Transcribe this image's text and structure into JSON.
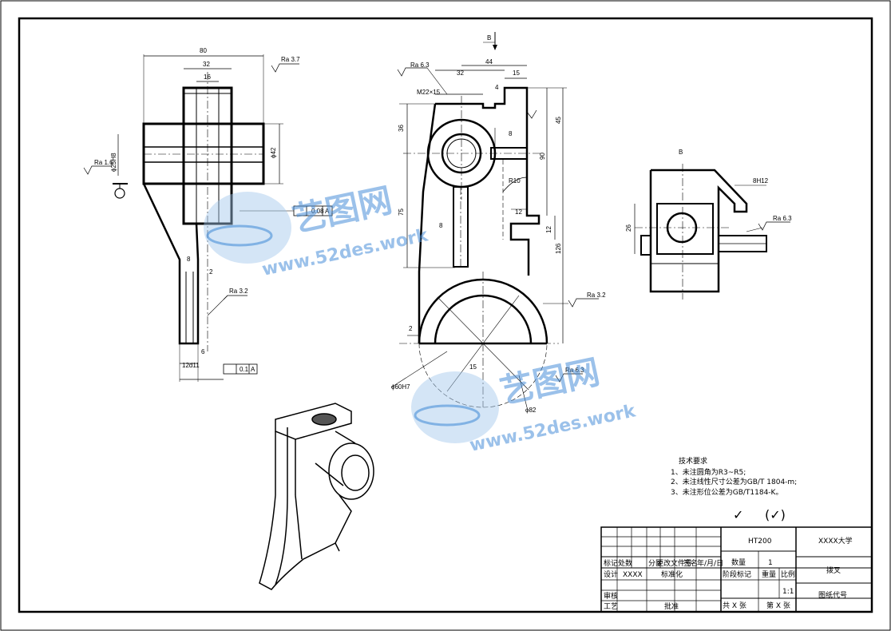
{
  "views": {
    "view_b_label_top": "B",
    "view_b_label_side": "B"
  },
  "dimensions": {
    "left": {
      "d80": "80",
      "d32": "32",
      "d16": "16",
      "ra37": "Ra 3.7",
      "phi42": "ϕ42",
      "bore": "ϕ25H8",
      "ra16": "Ra 1.6",
      "tol008": "0.08",
      "datum_a1": "A",
      "d8": "8",
      "d2": "2",
      "ra32": "Ra 3.2",
      "d6": "6",
      "d12": "12d11",
      "tol01": "0.1",
      "datum_a2": "A"
    },
    "middle": {
      "ra63": "Ra 6.3",
      "d44": "44",
      "d32": "32",
      "d15": "15",
      "d4": "4",
      "m22": "M22×15",
      "d36": "36",
      "d45": "45",
      "d8a": "8",
      "d90": "90",
      "r10": "R10",
      "d75": "75",
      "d8b": "8",
      "d12a": "12",
      "d12b": "12",
      "d126": "126",
      "ra32": "Ra 3.2",
      "d2": "2",
      "d15b": "15",
      "phi60": "ϕ60H7",
      "ra63b": "Ra 6.3",
      "phi82": "ϕ82"
    },
    "right": {
      "h12": "8H12",
      "d26": "26",
      "ra63": "Ra 6.3"
    }
  },
  "watermark": {
    "brand": "艺图网",
    "url": "www.52des.work"
  },
  "tech_requirements": {
    "title": "技术要求",
    "items": [
      "1、未注圆角为R3~R5;",
      "2、未注线性尺寸公差为GB/T 1804-m;",
      "3、未注形位公差为GB/T1184-K。"
    ]
  },
  "surface_symbol": {
    "check": "✓",
    "paren": "(✓)"
  },
  "title_block": {
    "material": "HT200",
    "school": "XXXX大学",
    "part_name": "拨叉",
    "drawing_code": "图纸代号",
    "qty_label": "数量",
    "qty_value": "1",
    "stage_label": "阶段标记",
    "weight_label": "重量",
    "scale_label": "比例",
    "scale_value": "1:1",
    "total_sheets": "共 X 张",
    "sheet_no": "第 X 张",
    "row_labels": [
      "标记",
      "处数",
      "分区",
      "更改文件号",
      "签名",
      "年/月/日"
    ],
    "design_label": "设计",
    "designer": "XXXX",
    "std_label": "标准化",
    "check_label": "审核",
    "process_label": "工艺",
    "approve_label": "批准"
  }
}
